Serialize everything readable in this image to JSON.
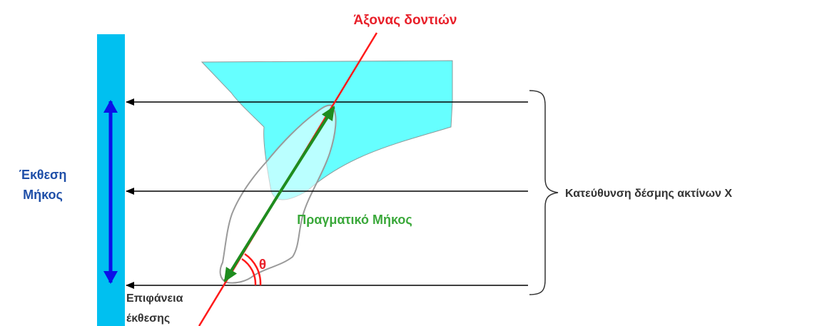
{
  "labels": {
    "tooth_axis": "Άξονας δοντιών",
    "exposure_length_line1": "Έκθεση",
    "exposure_length_line2": "Μήκος",
    "actual_length": "Πραγματικό Μήκος",
    "angle": "θ",
    "xray_direction": "Κατεύθυνση δέσμης ακτίνων X",
    "exposure_surface_line1": "Επιφάνεια",
    "exposure_surface_line2": "έκθεσης"
  },
  "colors": {
    "detector": "#00c0f0",
    "bone": "#66ffff",
    "tooth_axis": "#ff1a1a",
    "tooth_axis_label": "#e8202a",
    "exposure_arrow": "#0a10e8",
    "exposure_label": "#1f4fa8",
    "actual_length": "#1e8c1e",
    "actual_length_label": "#3aa83a",
    "rays": "#000000",
    "text_dark": "#333333"
  }
}
